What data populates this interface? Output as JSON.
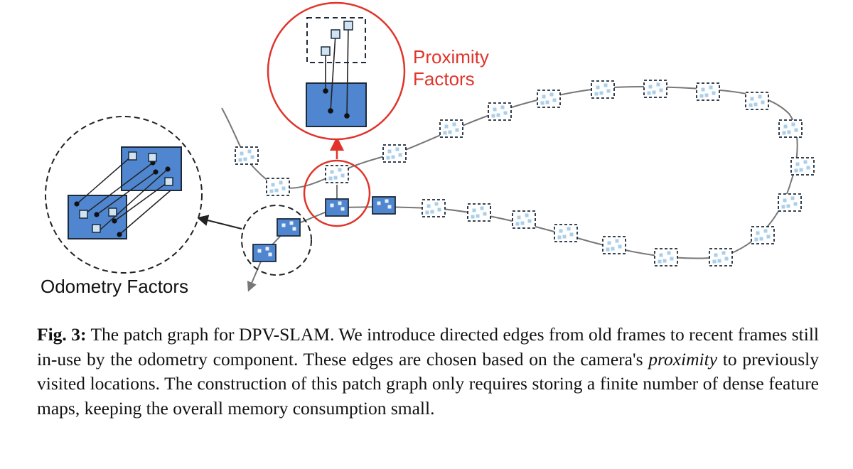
{
  "figure": {
    "prox_label_line1": "Proximity",
    "prox_label_line2": "Factors",
    "odom_label": "Odometry Factors",
    "colors": {
      "accent_red": "#e0342b",
      "frame_blue": "#4f86cf",
      "patch_light": "#cfe3f2",
      "dash": "#1d2a3a",
      "curve": "#777777"
    }
  },
  "caption": {
    "lines": [
      "The patch graph for DPV-SLAM. We introduce directed edges from old frames",
      "to recent frames still in-use by the odometry component. These edges are chosen based",
      "on the camera's",
      "proximity",
      "to previously visited locations. The construction of this",
      "patch graph only requires storing a finite number of dense feature maps, keeping the",
      "overall memory consumption small."
    ],
    "label": "Fig. 3:"
  }
}
